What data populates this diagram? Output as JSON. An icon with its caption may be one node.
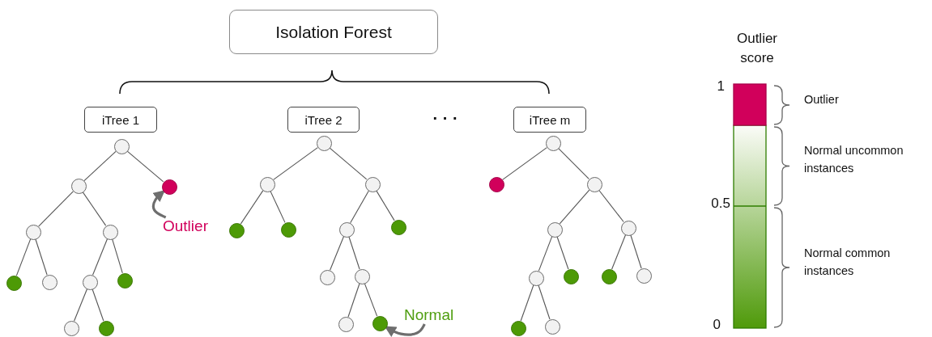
{
  "diagram": {
    "nodes": [
      {
        "text": [
          "Isolation Forest"
        ]
      },
      {
        "text": [
          "iTree 1"
        ]
      },
      {
        "text": [
          "iTree 2"
        ]
      },
      {
        "text": [
          "iTree m"
        ]
      },
      {
        "text": [],
        "shape": "circle"
      },
      {
        "text": [],
        "shape": "circle"
      },
      {
        "text": [],
        "shape": "circle"
      },
      {
        "text": [],
        "shape": "circle"
      },
      {
        "text": [],
        "shape": "circle"
      },
      {
        "text": [],
        "shape": "circle"
      },
      {
        "text": [],
        "shape": "circle"
      },
      {
        "text": [],
        "shape": "circle"
      },
      {
        "text": [],
        "shape": "circle"
      },
      {
        "text": [],
        "shape": "circle"
      },
      {
        "text": [],
        "shape": "circle"
      },
      {
        "text": [
          "Outlier"
        ]
      },
      {
        "text": [],
        "shape": "circle"
      },
      {
        "text": [],
        "shape": "circle"
      },
      {
        "text": [],
        "shape": "circle"
      },
      {
        "text": [],
        "shape": "circle"
      },
      {
        "text": [],
        "shape": "circle"
      },
      {
        "text": [],
        "shape": "circle"
      },
      {
        "text": [],
        "shape": "circle"
      },
      {
        "text": [],
        "shape": "circle"
      },
      {
        "text": [],
        "shape": "circle"
      },
      {
        "text": [],
        "shape": "circle"
      },
      {
        "text": [],
        "shape": "circle"
      },
      {
        "text": [
          "Normal"
        ]
      },
      {
        "text": [],
        "shape": "circle"
      },
      {
        "text": [],
        "shape": "circle"
      },
      {
        "text": [],
        "shape": "circle"
      },
      {
        "text": [],
        "shape": "circle"
      },
      {
        "text": [],
        "shape": "circle"
      },
      {
        "text": [],
        "shape": "circle"
      },
      {
        "text": [],
        "shape": "circle"
      },
      {
        "text": [],
        "shape": "circle"
      },
      {
        "text": [],
        "shape": "circle"
      },
      {
        "text": [],
        "shape": "circle"
      },
      {
        "text": [],
        "shape": "circle"
      }
    ],
    "edges": [
      {
        "from": 4,
        "to": 5,
        "arrow": "none"
      },
      {
        "from": 4,
        "to": 6,
        "arrow": "none"
      },
      {
        "from": 5,
        "to": 7,
        "arrow": "none"
      },
      {
        "from": 5,
        "to": 8,
        "arrow": "none"
      },
      {
        "from": 7,
        "to": 9,
        "arrow": "none"
      },
      {
        "from": 7,
        "to": 10,
        "arrow": "none"
      },
      {
        "from": 8,
        "to": 11,
        "arrow": "none"
      },
      {
        "from": 8,
        "to": 12,
        "arrow": "none"
      },
      {
        "from": 11,
        "to": 13,
        "arrow": "none"
      },
      {
        "from": 11,
        "to": 14,
        "arrow": "none"
      },
      {
        "from": 15,
        "to": 6,
        "arrow": "to",
        "style": "thick",
        "color": "#6e6e6e"
      },
      {
        "from": 16,
        "to": 17,
        "arrow": "none"
      },
      {
        "from": 16,
        "to": 18,
        "arrow": "none"
      },
      {
        "from": 17,
        "to": 19,
        "arrow": "none"
      },
      {
        "from": 17,
        "to": 20,
        "arrow": "none"
      },
      {
        "from": 18,
        "to": 21,
        "arrow": "none"
      },
      {
        "from": 18,
        "to": 22,
        "arrow": "none"
      },
      {
        "from": 21,
        "to": 23,
        "arrow": "none"
      },
      {
        "from": 21,
        "to": 24,
        "arrow": "none"
      },
      {
        "from": 24,
        "to": 25,
        "arrow": "none"
      },
      {
        "from": 24,
        "to": 26,
        "arrow": "none"
      },
      {
        "from": 27,
        "to": 26,
        "arrow": "to",
        "style": "thick",
        "color": "#6e6e6e"
      },
      {
        "from": 28,
        "to": 29,
        "arrow": "none"
      },
      {
        "from": 28,
        "to": 30,
        "arrow": "none"
      },
      {
        "from": 30,
        "to": 31,
        "arrow": "none"
      },
      {
        "from": 30,
        "to": 32,
        "arrow": "none"
      },
      {
        "from": 31,
        "to": 33,
        "arrow": "none"
      },
      {
        "from": 31,
        "to": 34,
        "arrow": "none"
      },
      {
        "from": 32,
        "to": 35,
        "arrow": "none"
      },
      {
        "from": 32,
        "to": 36,
        "arrow": "none"
      },
      {
        "from": 33,
        "to": 37,
        "arrow": "none"
      },
      {
        "from": 33,
        "to": 38,
        "arrow": "none"
      }
    ],
    "labels": [
      "Outlier score",
      "· · ·",
      "1",
      "Outlier",
      "Normal uncommon instances",
      "0.5",
      "Normal common instances",
      "0"
    ]
  }
}
